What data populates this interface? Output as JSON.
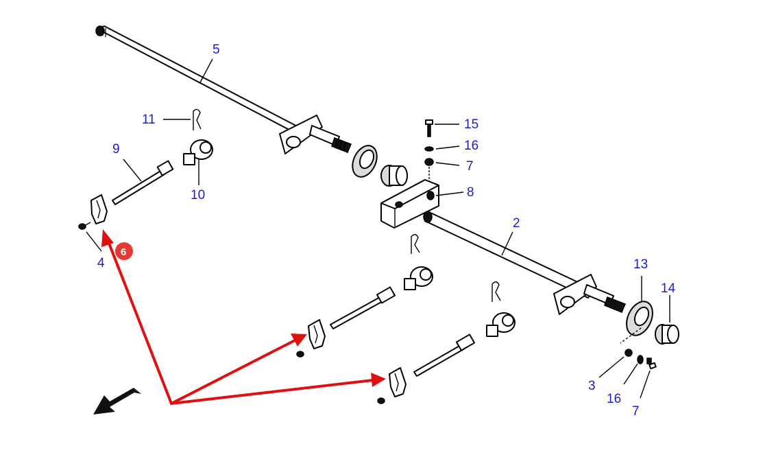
{
  "labels": {
    "shaft_upper": "5",
    "clip_upper": "11",
    "rod_upper": "9",
    "eye_upper": "10",
    "screw_left": "4",
    "highlight": "6",
    "bolt": "15",
    "washer_top": "16",
    "nut_top": "7",
    "clamp": "8",
    "shaft_lower": "2",
    "flange_right": "13",
    "bushing_right": "14",
    "nut_bottom": "3",
    "washer_bottom": "16",
    "bolt_bottom": "7"
  },
  "colors": {
    "label_blue": "#1a1ad6",
    "highlight_red": "#e01010",
    "badge_red": "#e53935"
  },
  "icons": {
    "direction_arrow": "direction-arrow-icon"
  }
}
